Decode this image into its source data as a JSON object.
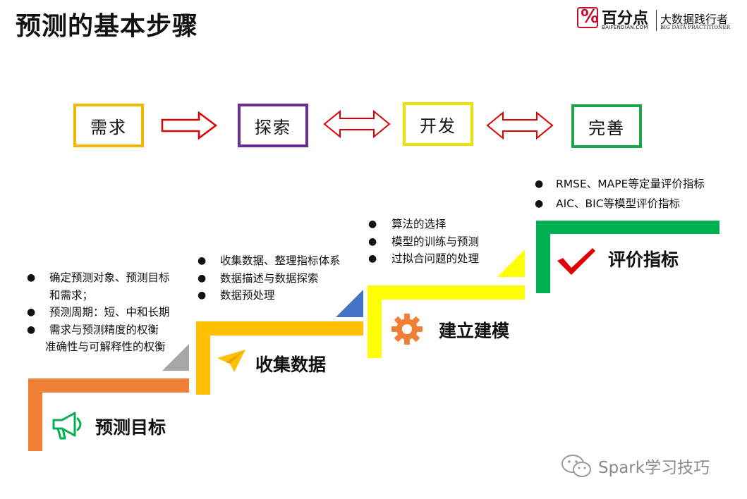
{
  "title": "预测的基本步骤",
  "logo": {
    "icon_text": "%",
    "name": "百分点",
    "domain": "BAIFENDIAN.COM",
    "slogan": "大数据践行者",
    "slogan_en": "BIG DATA PRACTITIONER"
  },
  "process": [
    {
      "label": "需求",
      "color": "#f5b800"
    },
    {
      "label": "探索",
      "color": "#6a2c9a"
    },
    {
      "label": "开发",
      "color": "#f0e000"
    },
    {
      "label": "完善",
      "color": "#1aa84a"
    }
  ],
  "stages": [
    {
      "label": "预测目标",
      "color": "#ef8036",
      "icon": "megaphone-icon",
      "bullets": [
        "确定预测对象、预测目标",
        "和需求；",
        "预测周期：短、中和长期",
        "需求与预测精度的权衡",
        "准确性与可解释性的权衡"
      ]
    },
    {
      "label": "收集数据",
      "color": "#ffc000",
      "icon": "paper-plane-icon",
      "bullets": [
        "收集数据、整理指标体系",
        "数据描述与数据探索",
        "数据预处理"
      ]
    },
    {
      "label": "建立建模",
      "color": "#ffff00",
      "icon": "gear-icon",
      "bullets": [
        "算法的选择",
        "模型的训练与预测",
        "过拟合问题的处理"
      ]
    },
    {
      "label": "评价指标",
      "color": "#00b050",
      "icon": "check-icon",
      "bullets": [
        "RMSE、MAPE等定量评价指标",
        "AIC、BIC等模型评价指标"
      ]
    }
  ],
  "triangle_colors": [
    "#a6a6a6",
    "#4472c4",
    "#ffff00"
  ],
  "arrow_color": "#e00000",
  "bullet_glyph": "●",
  "watermark": "Spark学习技巧"
}
